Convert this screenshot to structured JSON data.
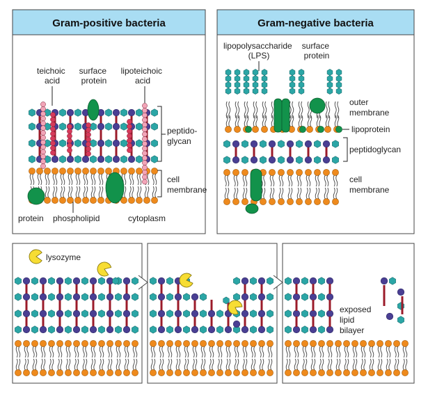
{
  "panels": {
    "gram_positive": {
      "title": "Gram-positive bacteria",
      "labels": {
        "teichoic": [
          "teichoic",
          "acid"
        ],
        "surface_protein": [
          "surface",
          "protein"
        ],
        "lipoteichoic": [
          "lipoteichoic",
          "acid"
        ],
        "peptidoglycan": [
          "peptido-",
          "glycan"
        ],
        "cell_membrane": [
          "cell",
          "membrane"
        ],
        "protein": "protein",
        "phospholipid": "phospholipid",
        "cytoplasm": "cytoplasm"
      }
    },
    "gram_negative": {
      "title": "Gram-negative bacteria",
      "labels": {
        "lps": [
          "lipopolysaccharide",
          "(LPS)"
        ],
        "surface_protein": [
          "surface",
          "protein"
        ],
        "outer_membrane": [
          "outer",
          "membrane"
        ],
        "lipoprotein": "lipoprotein",
        "peptidoglycan": "peptidoglycan",
        "cell_membrane": [
          "cell",
          "membrane"
        ]
      }
    },
    "lysozyme_sequence": {
      "legend": "lysozyme",
      "exposed": [
        "exposed",
        "lipid",
        "bilayer"
      ]
    }
  },
  "colors": {
    "title_bar": "#a9ddf3",
    "sugar_hex": "#2ba6a6",
    "sugar_dot": "#4a3f93",
    "peptide_bar": "#9b1b2a",
    "teichoic_bead": "#d63a5a",
    "lipoteichoic_bead": "#f2a5b8",
    "protein": "#12924b",
    "lipid_head": "#ee8a1d",
    "lysozyme": "#f7dd33"
  }
}
